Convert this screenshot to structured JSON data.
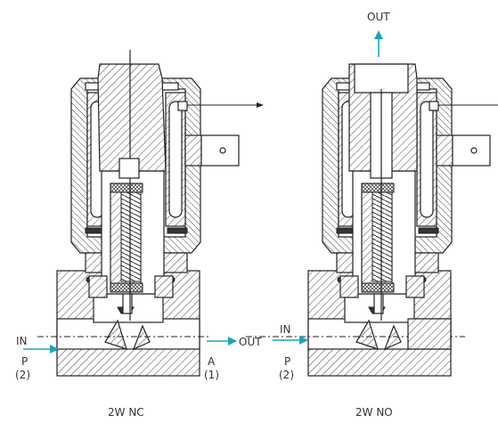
{
  "colors": {
    "flow_arrow": "#1aa6b7",
    "line": "#222222",
    "text": "#333333"
  },
  "valve_nc": {
    "caption": "2W NC",
    "inlet_label": "IN",
    "outlet_label": "OUT",
    "port_p_letter": "P",
    "port_p_number": "(2)",
    "port_a_letter": "A",
    "port_a_number": "(1)"
  },
  "valve_no": {
    "caption": "2W NO",
    "top_outlet_label": "OUT",
    "inlet_label": "IN",
    "port_p_letter": "P",
    "port_p_number": "(2)"
  }
}
